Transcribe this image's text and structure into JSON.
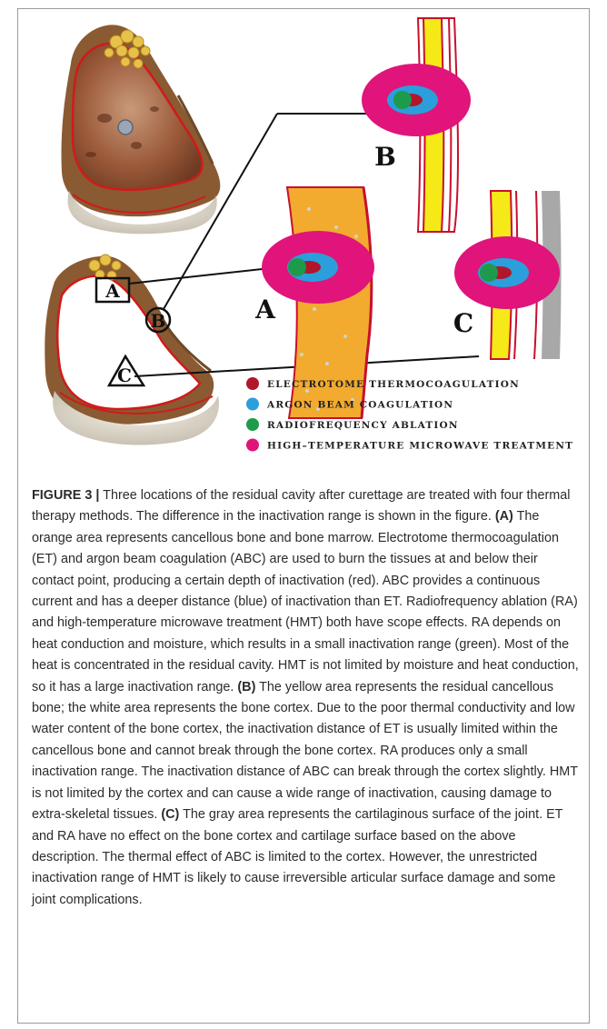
{
  "figure": {
    "panels": {
      "a": "A",
      "b": "B",
      "c": "C"
    },
    "markers": {
      "a": "A",
      "b": "B",
      "c": "C"
    },
    "legend": [
      {
        "label": "ELECTROTOME THERMOCOAGULATION",
        "color": "#b1162a"
      },
      {
        "label": "ARGON BEAM COAGULATION",
        "color": "#2a9fdb"
      },
      {
        "label": "RADIOFREQUENCY ABLATION",
        "color": "#1e9a4b"
      },
      {
        "label": "HIGH–TEMPERATURE MICROWAVE TREATMENT",
        "color": "#e0147a"
      }
    ]
  },
  "caption": {
    "label": "FIGURE 3 |",
    "intro": "Three locations of the residual cavity after curettage are treated with four thermal therapy methods. The difference in the inactivation range is shown in the figure.",
    "a_tag": "(A)",
    "a_text": "The orange area represents cancellous bone and bone marrow. Electrotome thermocoagulation (ET) and argon beam coagulation (ABC) are used to burn the tissues at and below their contact point, producing a certain depth of inactivation (red). ABC provides a continuous current and has a deeper distance (blue) of inactivation than ET. Radiofrequency ablation (RA) and high-temperature microwave treatment (HMT) both have scope effects. RA depends on heat conduction and moisture, which results in a small inactivation range (green). Most of the heat is concentrated in the residual cavity. HMT is not limited by moisture and heat conduction, so it has a large inactivation range.",
    "b_tag": "(B)",
    "b_text": "The yellow area represents the residual cancellous bone; the white area represents the bone cortex. Due to the poor thermal conductivity and low water content of the bone cortex, the inactivation distance of ET is usually limited within the cancellous bone and cannot break through the bone cortex. RA produces only a small inactivation range. The inactivation distance of ABC can break through the cortex slightly. HMT is not limited by the cortex and can cause a wide range of inactivation, causing damage to extra-skeletal tissues.",
    "c_tag": "(C)",
    "c_text": "The gray area represents the cartilaginous surface of the joint. ET and RA have no effect on the bone cortex and cartilage surface based on the above description. The thermal effect of ABC is limited to the cortex. However, the unrestricted inactivation range of HMT is likely to cause irreversible articular surface damage and some joint complications."
  }
}
